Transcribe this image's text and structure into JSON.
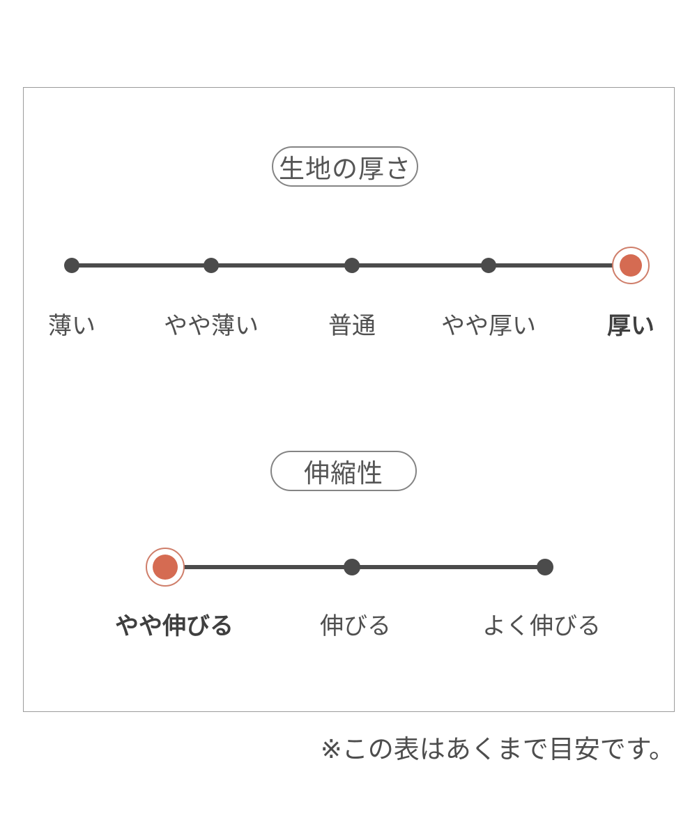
{
  "colors": {
    "accent_fill": "#d56b52",
    "accent_ring": "#cf7e6a",
    "line": "#4b4b4b"
  },
  "chart_data": [
    {
      "type": "line",
      "title": "生地の厚さ",
      "categories": [
        "薄い",
        "やや薄い",
        "普通",
        "やや厚い",
        "厚い"
      ],
      "values": [
        0,
        0,
        0,
        0,
        1
      ],
      "selected_index": 4,
      "selected_label": "厚い",
      "legend_position": "none",
      "annotation": "selected point marked with red filled circle and ring"
    },
    {
      "type": "line",
      "title": "伸縮性",
      "categories": [
        "やや伸びる",
        "伸びる",
        "よく伸びる"
      ],
      "values": [
        1,
        0,
        0
      ],
      "selected_index": 0,
      "selected_label": "やや伸びる",
      "legend_position": "none",
      "annotation": "selected point marked with red filled circle and ring"
    }
  ],
  "footnote": "※この表はあくまで目安です。"
}
